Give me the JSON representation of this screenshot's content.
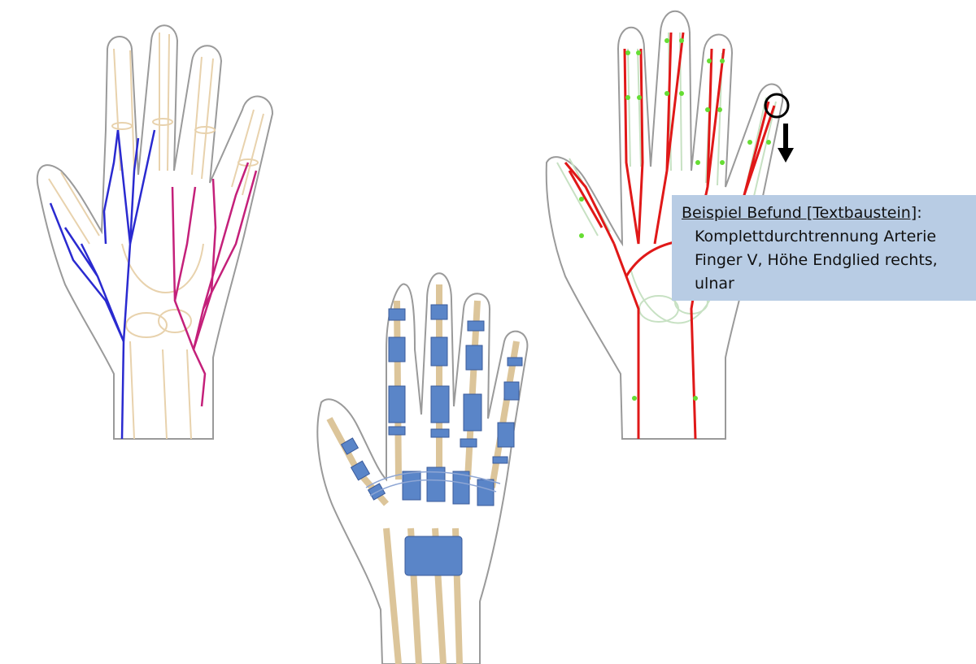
{
  "callout": {
    "heading": "Beispiel Befund [Textbaustein]",
    "heading_suffix": ":",
    "lines": [
      "Komplettdurchtrennung Arterie",
      "Finger V, Höhe Endglied rechts,",
      "ulnar"
    ]
  },
  "colors": {
    "outline": "#9a9a9a",
    "bone": "#e8d2ad",
    "vein_blue": "#2a2ad0",
    "vessel_magenta": "#c4207a",
    "artery_red": "#e01818",
    "marker_green": "#66dd33",
    "ligament_blue": "#5a85c8",
    "tendon_tan": "#dcc59a",
    "callout_bg": "#b8cce4"
  },
  "icons": [
    "lesion-marker-circle-icon",
    "down-arrow-icon"
  ]
}
